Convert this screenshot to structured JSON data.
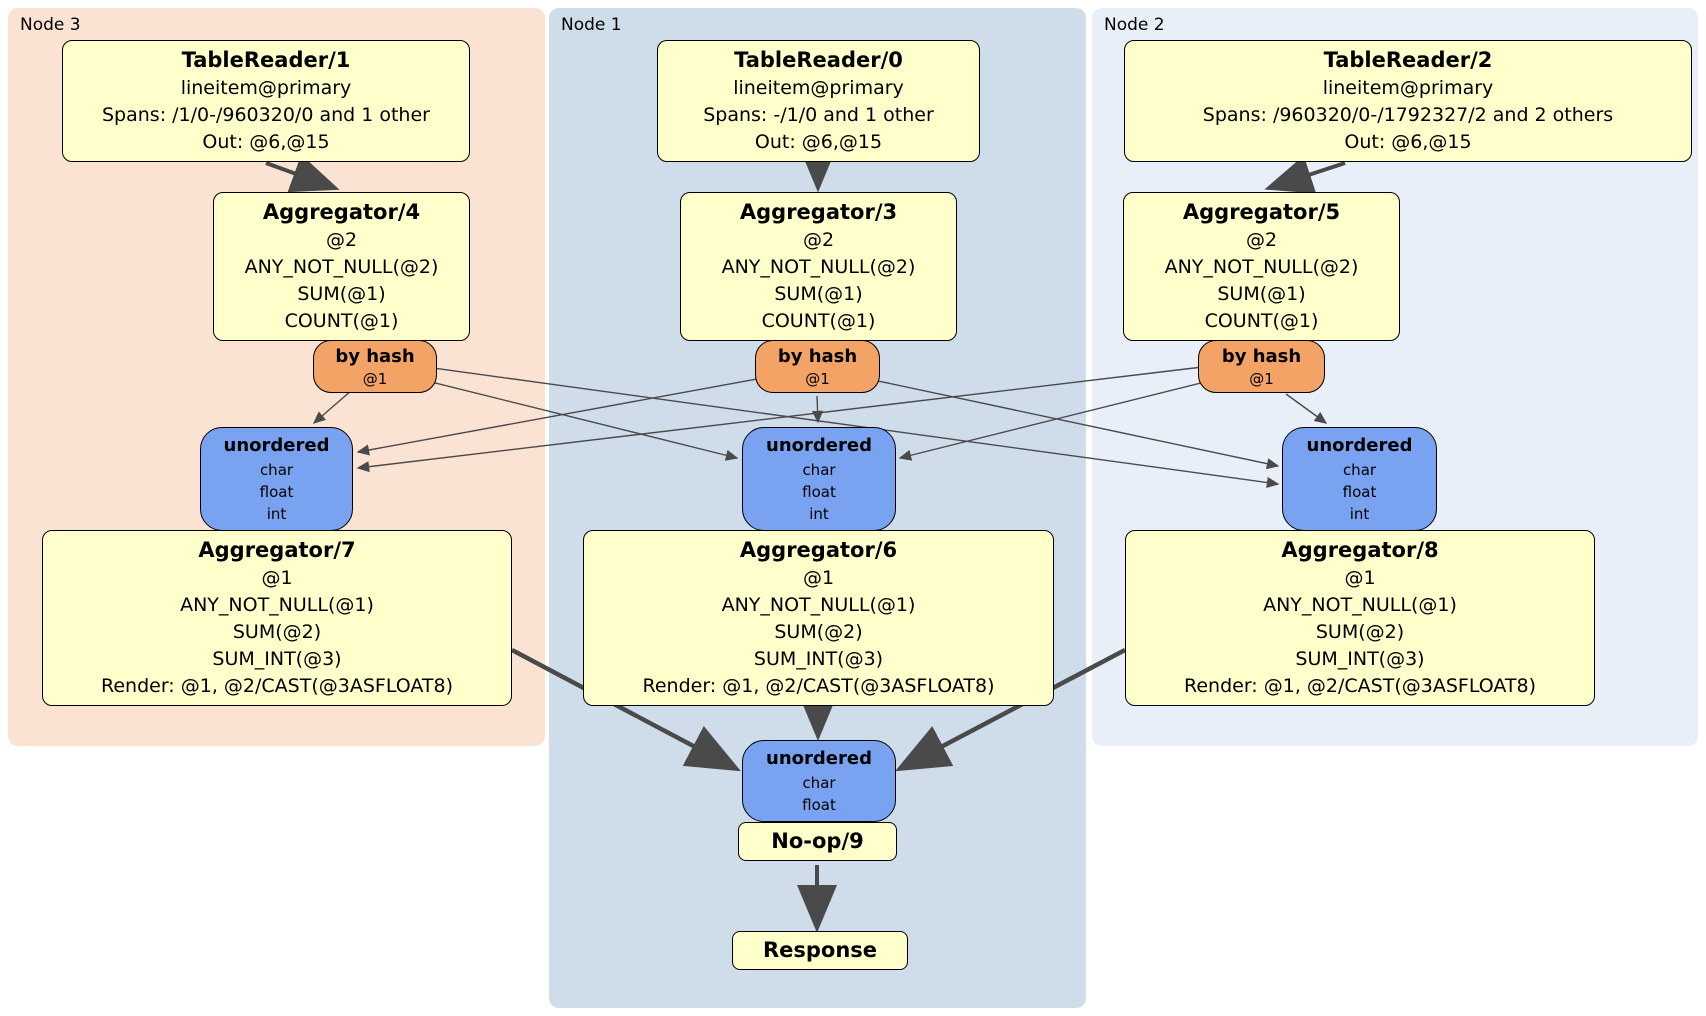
{
  "regions": {
    "node3": {
      "label": "Node 3"
    },
    "node1": {
      "label": "Node 1"
    },
    "node2": {
      "label": "Node 2"
    }
  },
  "processors": {
    "tablereader1": {
      "title": "TableReader/1",
      "lines": [
        "lineitem@primary",
        "Spans: /1/0-/960320/0 and 1 other",
        "Out: @6,@15"
      ]
    },
    "tablereader0": {
      "title": "TableReader/0",
      "lines": [
        "lineitem@primary",
        "Spans: -/1/0 and 1 other",
        "Out: @6,@15"
      ]
    },
    "tablereader2": {
      "title": "TableReader/2",
      "lines": [
        "lineitem@primary",
        "Spans: /960320/0-/1792327/2 and 2 others",
        "Out: @6,@15"
      ]
    },
    "aggregator4": {
      "title": "Aggregator/4",
      "lines": [
        "@2",
        "ANY_NOT_NULL(@2)",
        "SUM(@1)",
        "COUNT(@1)"
      ]
    },
    "aggregator3": {
      "title": "Aggregator/3",
      "lines": [
        "@2",
        "ANY_NOT_NULL(@2)",
        "SUM(@1)",
        "COUNT(@1)"
      ]
    },
    "aggregator5": {
      "title": "Aggregator/5",
      "lines": [
        "@2",
        "ANY_NOT_NULL(@2)",
        "SUM(@1)",
        "COUNT(@1)"
      ]
    },
    "aggregator7": {
      "title": "Aggregator/7",
      "lines": [
        "@1",
        "ANY_NOT_NULL(@1)",
        "SUM(@2)",
        "SUM_INT(@3)",
        "Render: @1, @2/CAST(@3ASFLOAT8)"
      ]
    },
    "aggregator6": {
      "title": "Aggregator/6",
      "lines": [
        "@1",
        "ANY_NOT_NULL(@1)",
        "SUM(@2)",
        "SUM_INT(@3)",
        "Render: @1, @2/CAST(@3ASFLOAT8)"
      ]
    },
    "aggregator8": {
      "title": "Aggregator/8",
      "lines": [
        "@1",
        "ANY_NOT_NULL(@1)",
        "SUM(@2)",
        "SUM_INT(@3)",
        "Render: @1, @2/CAST(@3ASFLOAT8)"
      ]
    },
    "noop": {
      "title": "No-op/9"
    },
    "response": {
      "title": "Response"
    }
  },
  "routers": {
    "byhash_node3": {
      "title": "by hash",
      "sub": "@1"
    },
    "byhash_node1": {
      "title": "by hash",
      "sub": "@1"
    },
    "byhash_node2": {
      "title": "by hash",
      "sub": "@1"
    }
  },
  "syncs": {
    "unordered_node3": {
      "title": "unordered",
      "lines": [
        "char",
        "float",
        "int"
      ]
    },
    "unordered_node1": {
      "title": "unordered",
      "lines": [
        "char",
        "float",
        "int"
      ]
    },
    "unordered_node2": {
      "title": "unordered",
      "lines": [
        "char",
        "float",
        "int"
      ]
    },
    "unordered_final": {
      "title": "unordered",
      "lines": [
        "char",
        "float"
      ]
    }
  },
  "edges": [
    {
      "from": "TableReader/1",
      "to": "Aggregator/4",
      "type": "flow"
    },
    {
      "from": "TableReader/0",
      "to": "Aggregator/3",
      "type": "flow"
    },
    {
      "from": "TableReader/2",
      "to": "Aggregator/5",
      "type": "flow"
    },
    {
      "from": "Aggregator/4 by hash",
      "to": "unordered node3",
      "type": "stream"
    },
    {
      "from": "Aggregator/4 by hash",
      "to": "unordered node1",
      "type": "stream"
    },
    {
      "from": "Aggregator/4 by hash",
      "to": "unordered node2",
      "type": "stream"
    },
    {
      "from": "Aggregator/3 by hash",
      "to": "unordered node3",
      "type": "stream"
    },
    {
      "from": "Aggregator/3 by hash",
      "to": "unordered node1",
      "type": "stream"
    },
    {
      "from": "Aggregator/3 by hash",
      "to": "unordered node2",
      "type": "stream"
    },
    {
      "from": "Aggregator/5 by hash",
      "to": "unordered node3",
      "type": "stream"
    },
    {
      "from": "Aggregator/5 by hash",
      "to": "unordered node1",
      "type": "stream"
    },
    {
      "from": "Aggregator/5 by hash",
      "to": "unordered node2",
      "type": "stream"
    },
    {
      "from": "Aggregator/7",
      "to": "unordered final",
      "type": "flow"
    },
    {
      "from": "Aggregator/6",
      "to": "unordered final",
      "type": "flow"
    },
    {
      "from": "Aggregator/8",
      "to": "unordered final",
      "type": "flow"
    },
    {
      "from": "No-op/9",
      "to": "Response",
      "type": "flow"
    }
  ],
  "colors": {
    "processor_fill": "#ffffcc",
    "router_fill": "#f3a365",
    "sync_fill": "#79a3f1",
    "node3_bg": "#fbe3d4",
    "node1_bg": "#cedde9",
    "node2_bg": "#e9eff9",
    "edge": "#4a4a4a"
  }
}
